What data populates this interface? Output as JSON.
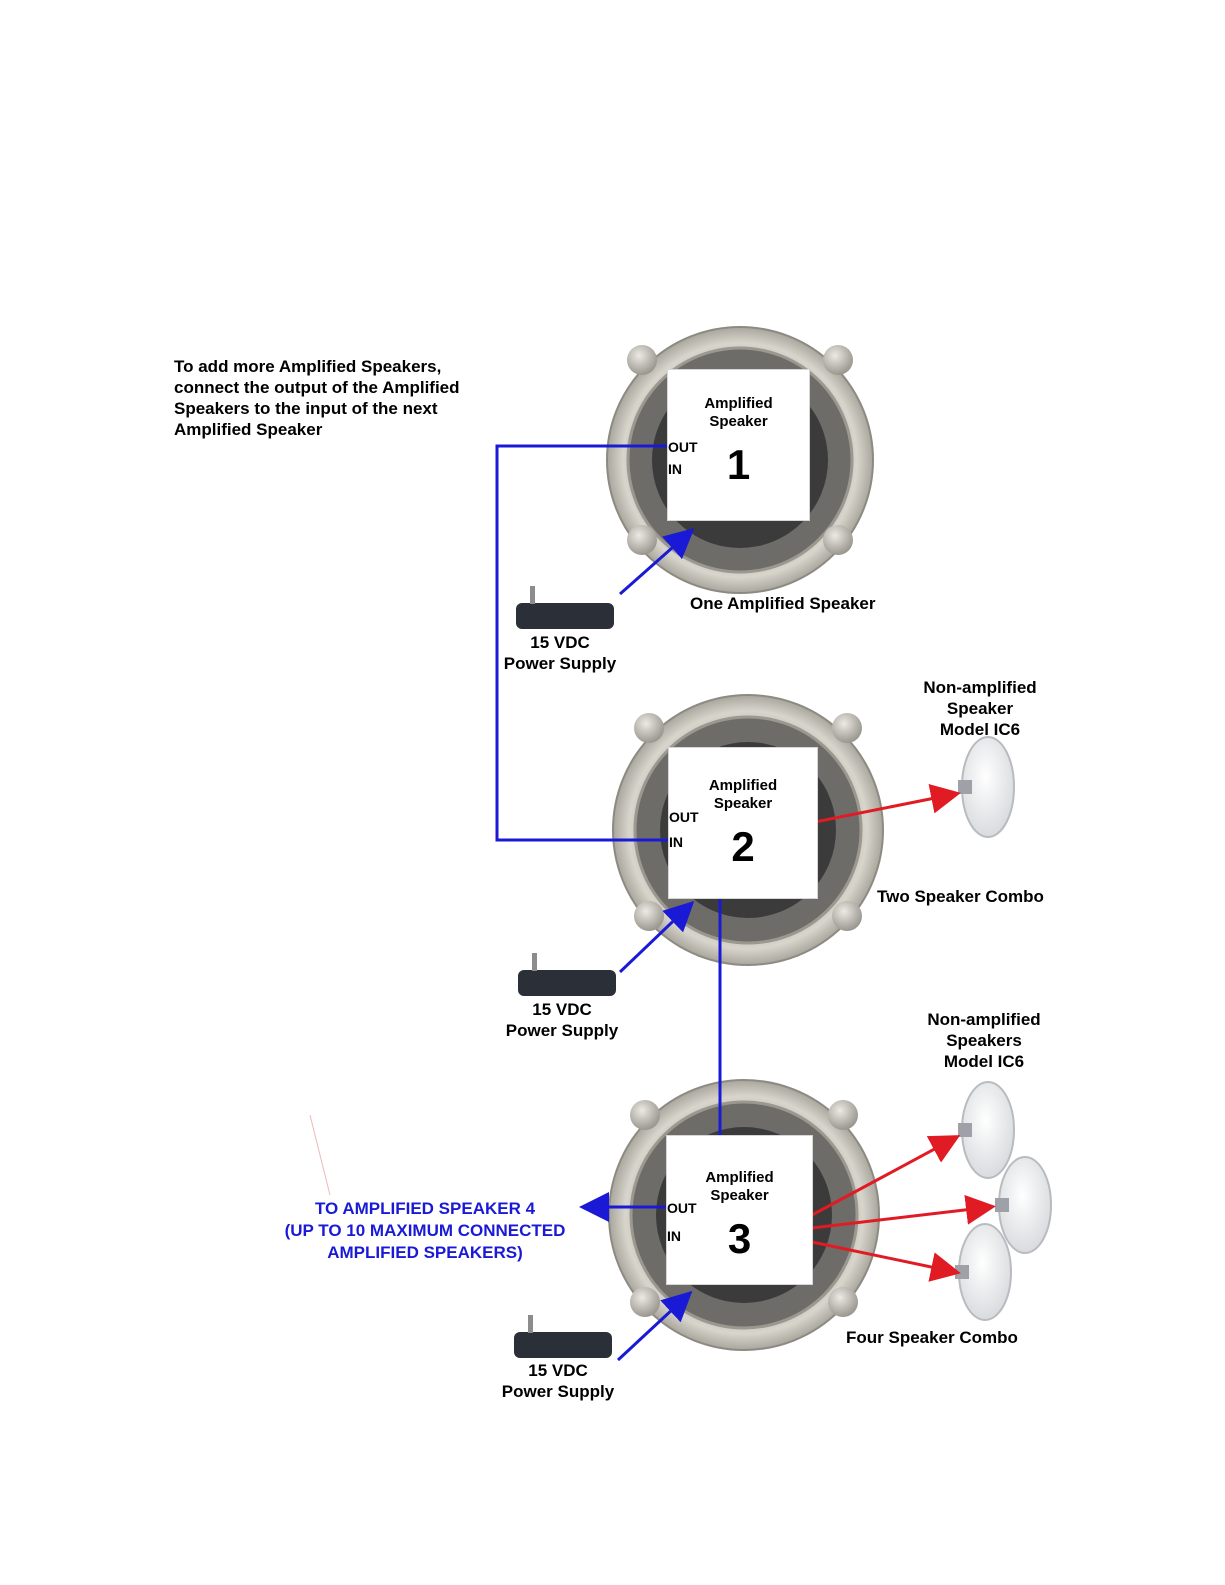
{
  "intro_note": {
    "lines": [
      "To add more Amplified Speakers,",
      "connect the output of the Amplified",
      "Speakers to the input of the next",
      "Amplified Speaker"
    ]
  },
  "speakers": [
    {
      "title_line1": "Amplified",
      "title_line2": "Speaker",
      "number": "1",
      "out_label": "OUT",
      "in_label": "IN",
      "caption": "One Amplified Speaker"
    },
    {
      "title_line1": "Amplified",
      "title_line2": "Speaker",
      "number": "2",
      "out_label": "OUT",
      "in_label": "IN",
      "caption": "Two Speaker Combo"
    },
    {
      "title_line1": "Amplified",
      "title_line2": "Speaker",
      "number": "3",
      "out_label": "OUT",
      "in_label": "IN",
      "caption": "Four Speaker Combo"
    }
  ],
  "power_supplies": [
    {
      "line1": "15 VDC",
      "line2": "Power Supply"
    },
    {
      "line1": "15 VDC",
      "line2": "Power Supply"
    },
    {
      "line1": "15 VDC",
      "line2": "Power Supply"
    }
  ],
  "non_amplified": [
    {
      "line1": "Non-amplified",
      "line2": "Speaker",
      "line3": "Model IC6"
    },
    {
      "line1": "Non-amplified",
      "line2": "Speakers",
      "line3": "Model IC6"
    }
  ],
  "next_speaker_note": {
    "line1": "TO AMPLIFIED SPEAKER 4",
    "line2": "(UP TO 10 MAXIMUM CONNECTED",
    "line3": "AMPLIFIED SPEAKERS)"
  },
  "colors": {
    "signal_wire": "#1a1ad6",
    "speaker_wire": "#e01b24",
    "speaker_housing": "#c9c6bb",
    "power_supply": "#2a2f38"
  }
}
